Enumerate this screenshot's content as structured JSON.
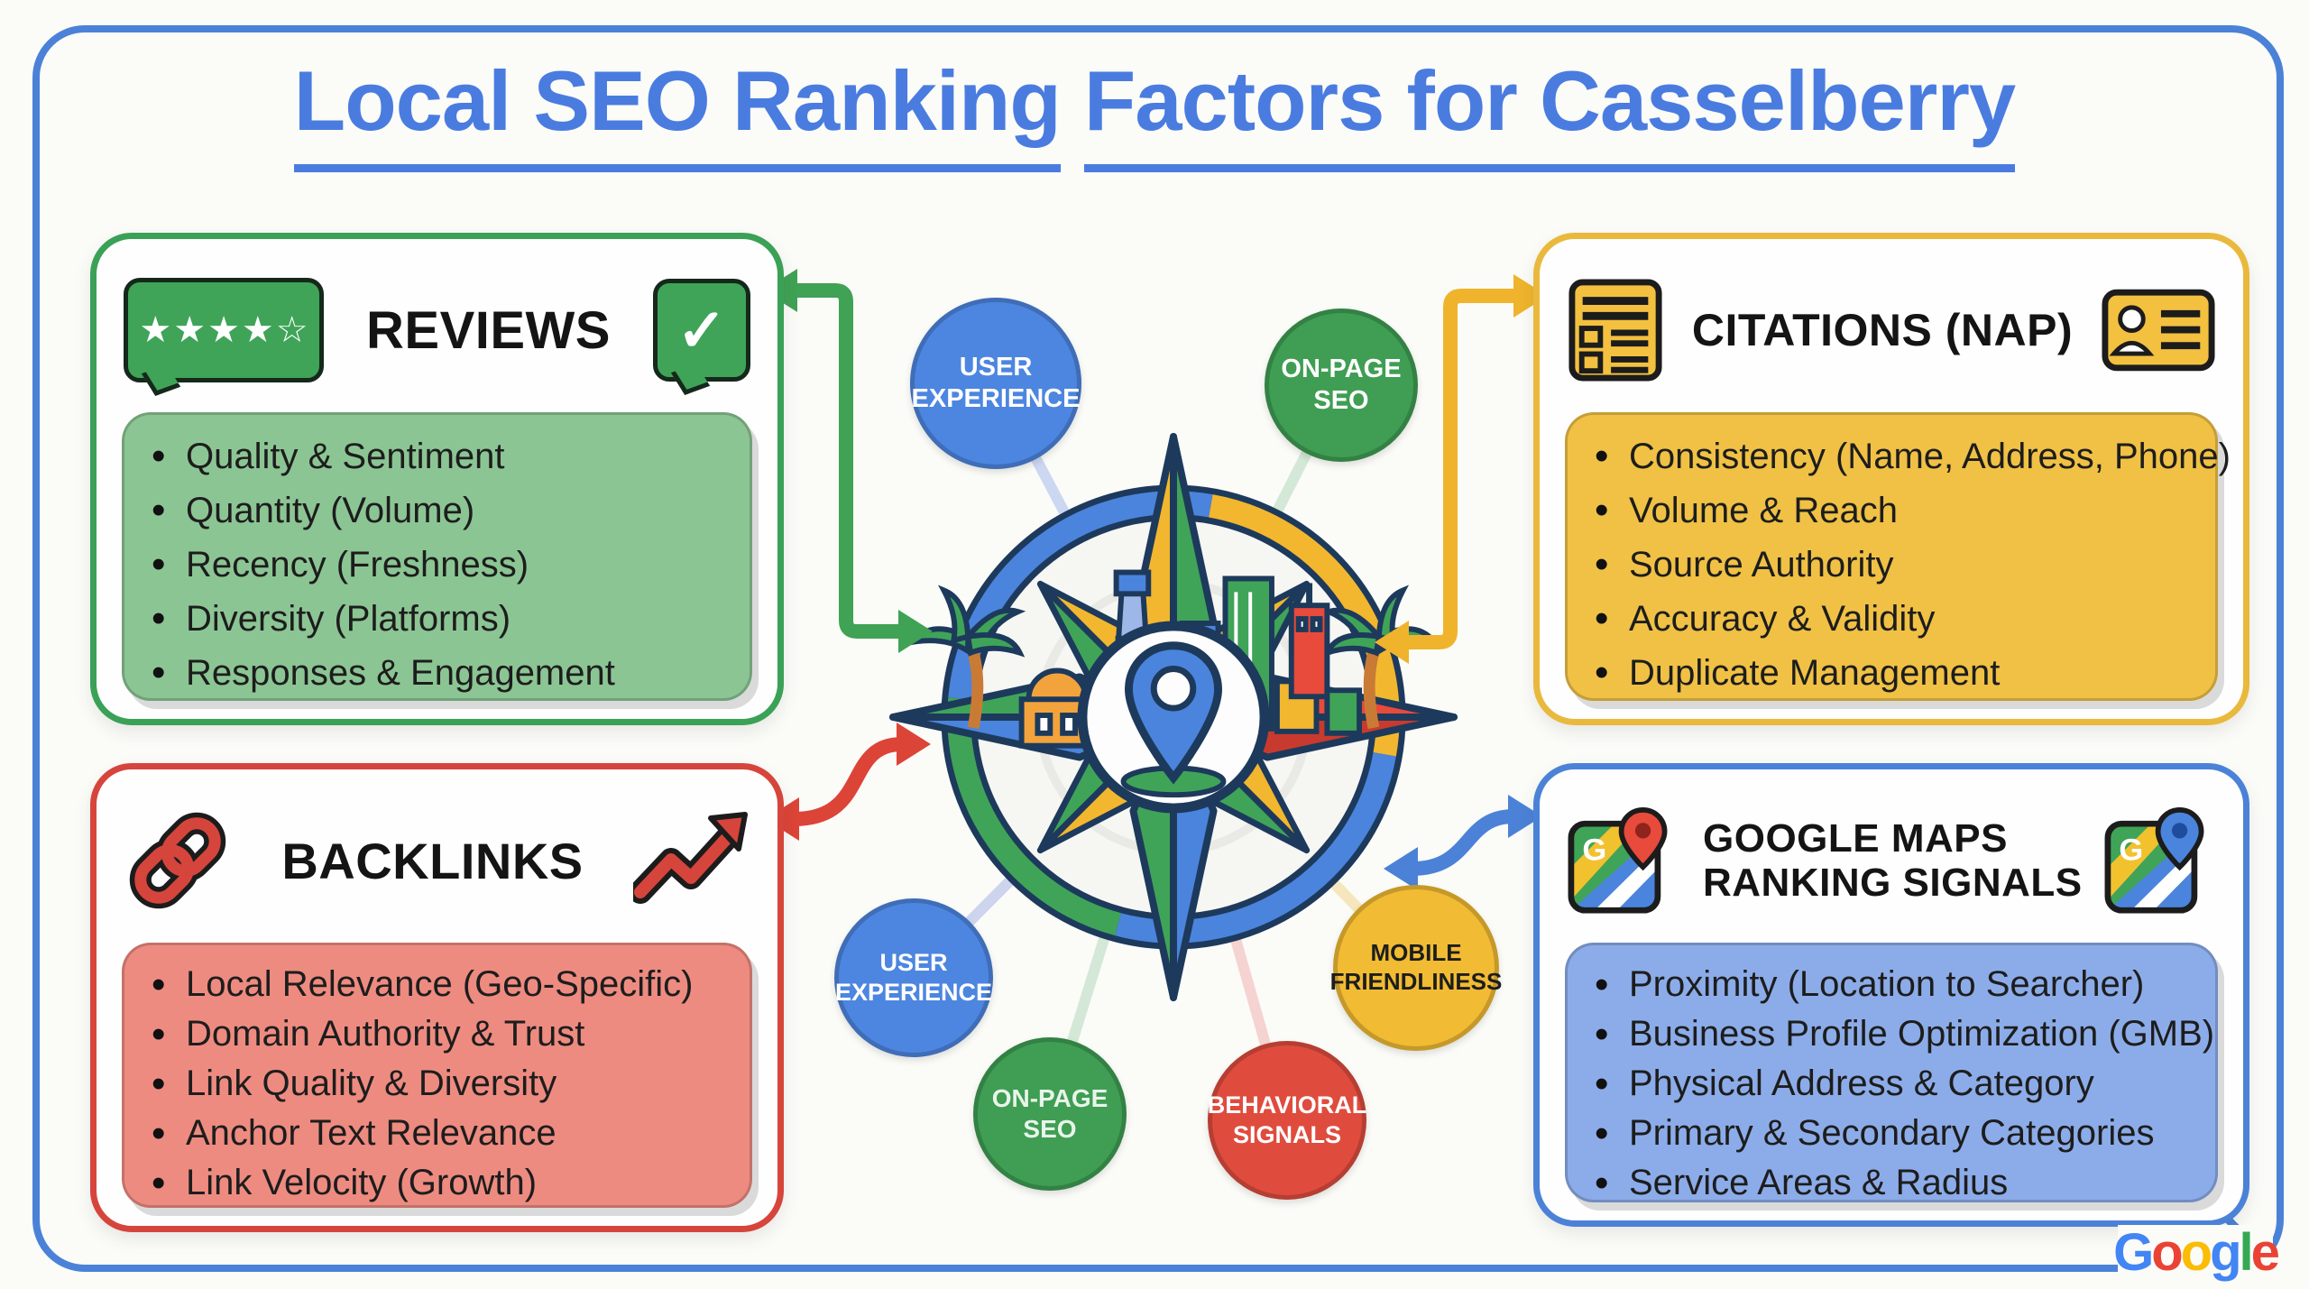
{
  "title": {
    "part1": "Local SEO Ranking",
    "part2": "Factors for Casselberry",
    "color": "#4a7ce0"
  },
  "boxes": {
    "reviews": {
      "label": "REVIEWS",
      "accent": "#3aa156",
      "panel_fill": "#8cc594",
      "stars_filled": 4,
      "stars_total": 5,
      "items": [
        "Quality & Sentiment",
        "Quantity (Volume)",
        "Recency (Freshness)",
        "Diversity (Platforms)",
        "Responses & Engagement"
      ]
    },
    "backlinks": {
      "label": "BACKLINKS",
      "accent": "#d6453c",
      "panel_fill": "#ee8b80",
      "items": [
        "Local Relevance (Geo-Specific)",
        "Domain Authority & Trust",
        "Link Quality & Diversity",
        "Anchor Text Relevance",
        "Link Velocity (Growth)"
      ]
    },
    "citations": {
      "label": "CITATIONS (NAP)",
      "accent": "#e9b93d",
      "panel_fill": "#f0c145",
      "items": [
        "Consistency (Name, Address, Phone)",
        "Volume & Reach",
        "Source Authority",
        "Accuracy & Validity",
        "Duplicate Management"
      ]
    },
    "maps": {
      "label_line1": "GOOGLE MAPS",
      "label_line2": "RANKING SIGNALS",
      "accent": "#4b82d8",
      "panel_fill": "#8cace9",
      "items": [
        "Proximity (Location to Searcher)",
        "Business Profile Optimization (GMB)",
        "Physical Address & Category",
        "Primary & Secondary Categories",
        "Service Areas & Radius"
      ]
    }
  },
  "nodes": {
    "ux_top": {
      "line1": "USER",
      "line2": "EXPERIENCE",
      "color": "#4d86e0",
      "text": "#ffffff"
    },
    "onpage_top": {
      "line1": "ON-PAGE",
      "line2": "SEO",
      "color": "#3f9e53",
      "text": "#ffffff"
    },
    "ux_bottom": {
      "line1": "USER",
      "line2": "EXPERIENCE",
      "color": "#4d86e0",
      "text": "#ffffff"
    },
    "onpage_bottom": {
      "line1": "ON-PAGE",
      "line2": "SEO",
      "color": "#3f9e53",
      "text": "#e8f5ea"
    },
    "behavioral": {
      "line1": "BEHAVIORAL",
      "line2": "SIGNALS",
      "color": "#df4c3e",
      "text": "#ffffff"
    },
    "mobile": {
      "line1": "MOBILE",
      "line2": "FRIENDLINESS",
      "color": "#f1bb33",
      "text": "#1d1d1d"
    }
  },
  "arrows": {
    "green": "#3fa254",
    "red": "#dc4437",
    "yellow": "#efb42c",
    "blue": "#4b82d8"
  },
  "frame_color": "#4b82d8",
  "icons": {
    "star_filled": "★",
    "star_outline": "☆",
    "check": "✓",
    "maps_g": "G"
  },
  "google_logo": {
    "letters": [
      {
        "ch": "G",
        "color": "#4285F4"
      },
      {
        "ch": "o",
        "color": "#EA4335"
      },
      {
        "ch": "o",
        "color": "#FBBC05"
      },
      {
        "ch": "g",
        "color": "#4285F4"
      },
      {
        "ch": "l",
        "color": "#34A853"
      },
      {
        "ch": "e",
        "color": "#EA4335"
      }
    ]
  }
}
